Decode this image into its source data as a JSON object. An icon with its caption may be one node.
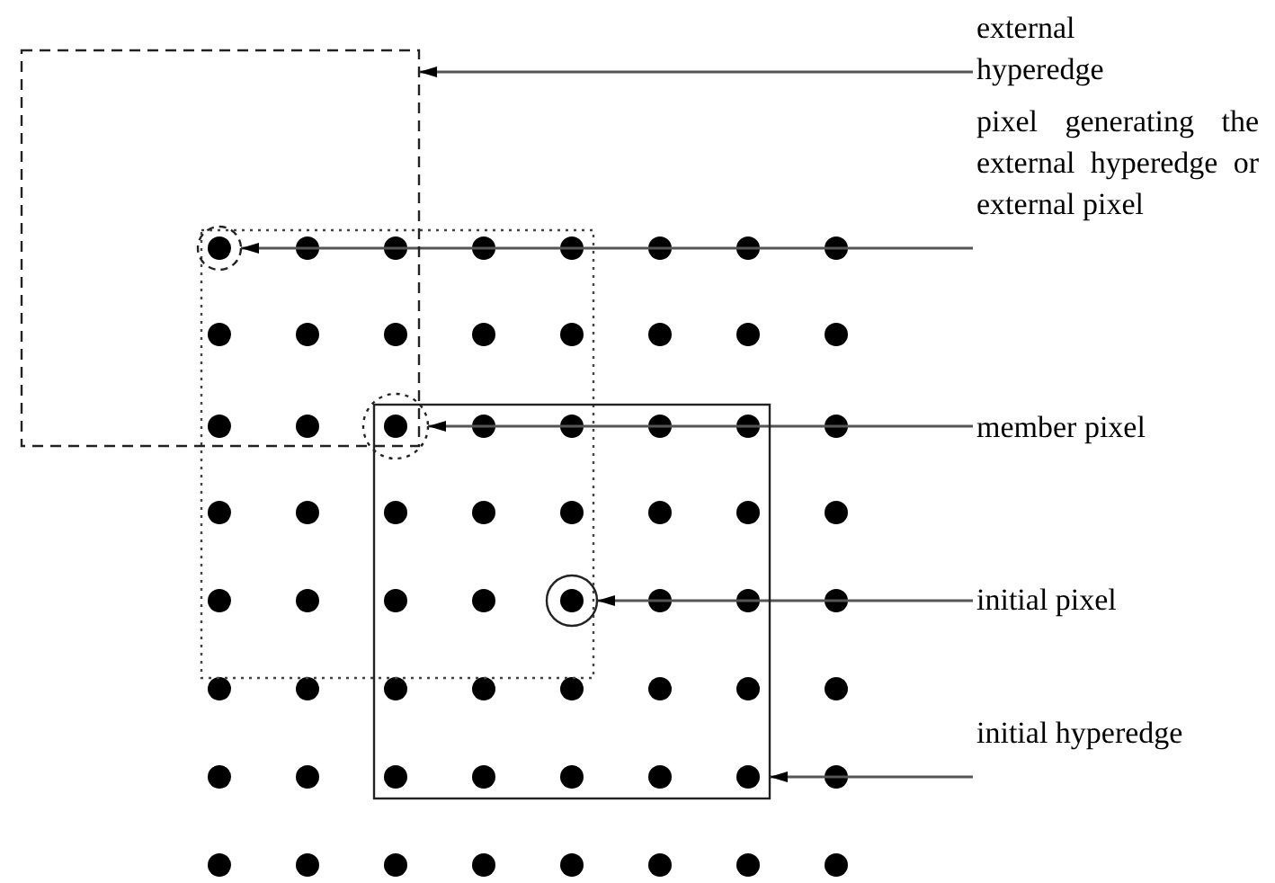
{
  "diagram": {
    "nodes": [
      {
        "text": [
          "external hyperedge"
        ]
      },
      {
        "text": [
          "pixel generating the external hyperedge or external pixel"
        ]
      },
      {
        "text": [
          "member pixel"
        ]
      },
      {
        "text": [
          "initial pixel"
        ]
      },
      {
        "text": [
          "initial hyperedge"
        ]
      },
      {
        "text": [],
        "shape": "box"
      },
      {
        "text": [],
        "shape": "circle",
        "in": 5
      },
      {
        "text": [],
        "shape": "circle"
      },
      {
        "text": [],
        "shape": "circle",
        "in": 9
      },
      {
        "text": [],
        "shape": "box"
      }
    ],
    "edges": [
      {
        "from": 0,
        "to": 5,
        "arrow": "to"
      },
      {
        "from": 1,
        "to": 6,
        "arrow": "to"
      },
      {
        "from": 2,
        "to": 7,
        "arrow": "to"
      },
      {
        "from": 3,
        "to": 8,
        "arrow": "to"
      },
      {
        "from": 4,
        "to": 9,
        "arrow": "to"
      }
    ]
  }
}
